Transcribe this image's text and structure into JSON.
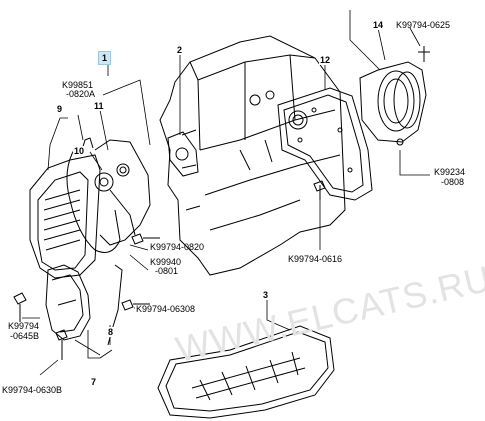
{
  "callouts": [
    {
      "id": "c1",
      "text": "1"
    },
    {
      "id": "c2",
      "text": "2"
    },
    {
      "id": "c3",
      "text": "3"
    },
    {
      "id": "c7",
      "text": "7"
    },
    {
      "id": "c8",
      "text": "8"
    },
    {
      "id": "c9",
      "text": "9"
    },
    {
      "id": "c10",
      "text": "10"
    },
    {
      "id": "c11",
      "text": "11"
    },
    {
      "id": "c12",
      "text": "12"
    },
    {
      "id": "c14",
      "text": "14"
    }
  ],
  "part_labels": {
    "k1": "K99851",
    "k1b": "-0820A",
    "k2": "K99794-0625",
    "k3": "K99234",
    "k3b": "-0808",
    "k4": "K99794-0820",
    "k5": "K99940",
    "k5b": "-0801",
    "k6": "K99794-0616",
    "k7": "K99794-06308",
    "k8": "K99794",
    "k8b": "-0645B",
    "k9": "K99794-0630B"
  },
  "watermark": "WWW.ELCATS.RU",
  "colors": {
    "line": "#000000",
    "highlight": "#cfe6f3",
    "watermark": "#e3e3e3"
  }
}
